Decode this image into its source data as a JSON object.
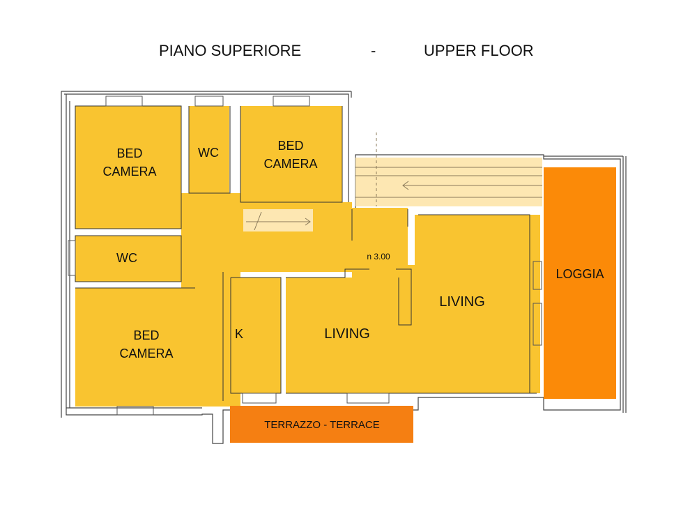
{
  "title": {
    "left": "PIANO SUPERIORE",
    "separator": "-",
    "right": "UPPER FLOOR"
  },
  "colors": {
    "room": "#f9c430",
    "loggia": "#fb8a08",
    "terrace": "#f57f12",
    "stairs": "#fde7b2",
    "wall": "#ffffff",
    "outline": "#333333"
  },
  "rooms": {
    "bed_top_left": {
      "line1": "BED",
      "line2": "CAMERA"
    },
    "wc_top": "WC",
    "bed_top_center": {
      "line1": "BED",
      "line2": "CAMERA"
    },
    "wc_left": "WC",
    "bed_bottom_left": {
      "line1": "BED",
      "line2": "CAMERA"
    },
    "kitchen": "K",
    "living_center": "LIVING",
    "living_right": "LIVING",
    "loggia": "LOGGIA",
    "terrace": "TERRAZZO - TERRACE"
  },
  "annotations": {
    "level": "n 3.00"
  }
}
